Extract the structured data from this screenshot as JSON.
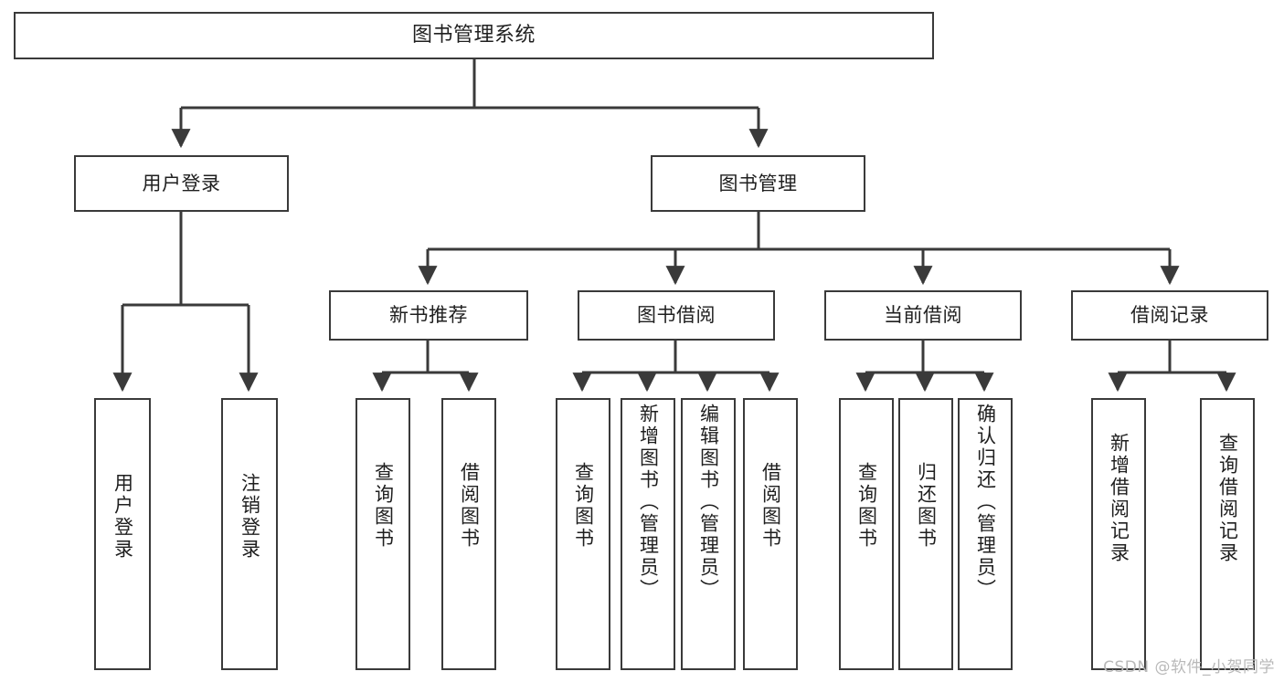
{
  "diagram": {
    "type": "tree",
    "title": "图书管理系统",
    "watermark": "CSDN @软件_小贺同学",
    "colors": {
      "background": "#ffffff",
      "node_border": "#3a3a3a",
      "node_fill": "#ffffff",
      "connector": "#3a3a3a",
      "text": "#1f1f1f",
      "watermark": "#b9b9b9"
    }
  },
  "nodes": {
    "root": {
      "label": "图书管理系统"
    },
    "level2": [
      {
        "label": "用户登录"
      },
      {
        "label": "图书管理"
      }
    ],
    "level3": [
      {
        "label": "新书推荐"
      },
      {
        "label": "图书借阅"
      },
      {
        "label": "当前借阅"
      },
      {
        "label": "借阅记录"
      }
    ],
    "leaves": {
      "user_login": [
        {
          "label": "用户登录"
        },
        {
          "label": "注销登录"
        }
      ],
      "new_book_recommend": [
        {
          "label": "查询图书"
        },
        {
          "label": "借阅图书"
        }
      ],
      "book_borrow": [
        {
          "label": "查询图书"
        },
        {
          "label": "新增图书（管理员）"
        },
        {
          "label": "编辑图书（管理员）"
        },
        {
          "label": "借阅图书"
        }
      ],
      "current_borrow": [
        {
          "label": "查询图书"
        },
        {
          "label": "归还图书"
        },
        {
          "label": "确认归还（管理员）"
        }
      ],
      "borrow_record": [
        {
          "label": "新增借阅记录"
        },
        {
          "label": "查询借阅记录"
        }
      ]
    }
  }
}
